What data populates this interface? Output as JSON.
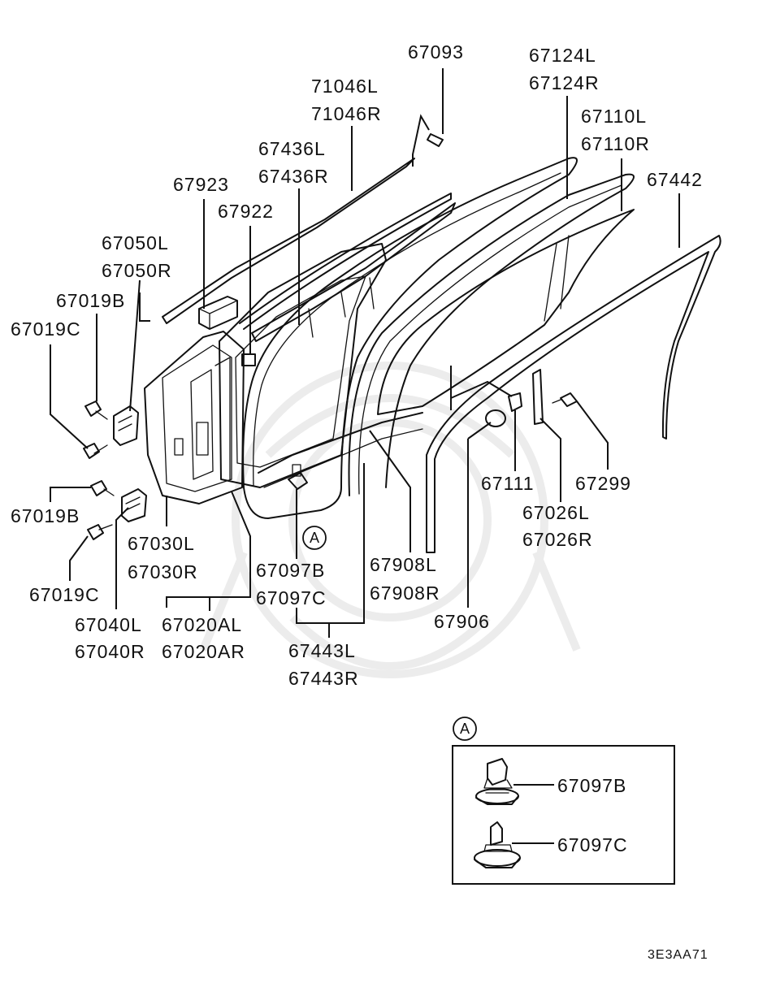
{
  "diagram": {
    "labels": {
      "p67093": "67093",
      "p67124L": "67124L",
      "p67124R": "67124R",
      "p71046L": "71046L",
      "p71046R": "71046R",
      "p67110L": "67110L",
      "p67110R": "67110R",
      "p67436L": "67436L",
      "p67436R": "67436R",
      "p67442": "67442",
      "p67923": "67923",
      "p67922": "67922",
      "p67050L": "67050L",
      "p67050R": "67050R",
      "p67019B_top": "67019B",
      "p67019C_top": "67019C",
      "p67019B_bot": "67019B",
      "p67019C_bot": "67019C",
      "p67030L": "67030L",
      "p67030R": "67030R",
      "p67040L": "67040L",
      "p67040R": "67040R",
      "p67020AL": "67020AL",
      "p67020AR": "67020AR",
      "p67097B": "67097B",
      "p67097C": "67097C",
      "p67908L": "67908L",
      "p67908R": "67908R",
      "p67443L": "67443L",
      "p67443R": "67443R",
      "p67906": "67906",
      "p67111": "67111",
      "p67299": "67299",
      "p67026L": "67026L",
      "p67026R": "67026R"
    },
    "callout_marker": "A",
    "detail_box": {
      "marker": "A",
      "item1": "67097B",
      "item2": "67097C"
    },
    "drawing_code": "3E3AA71"
  }
}
